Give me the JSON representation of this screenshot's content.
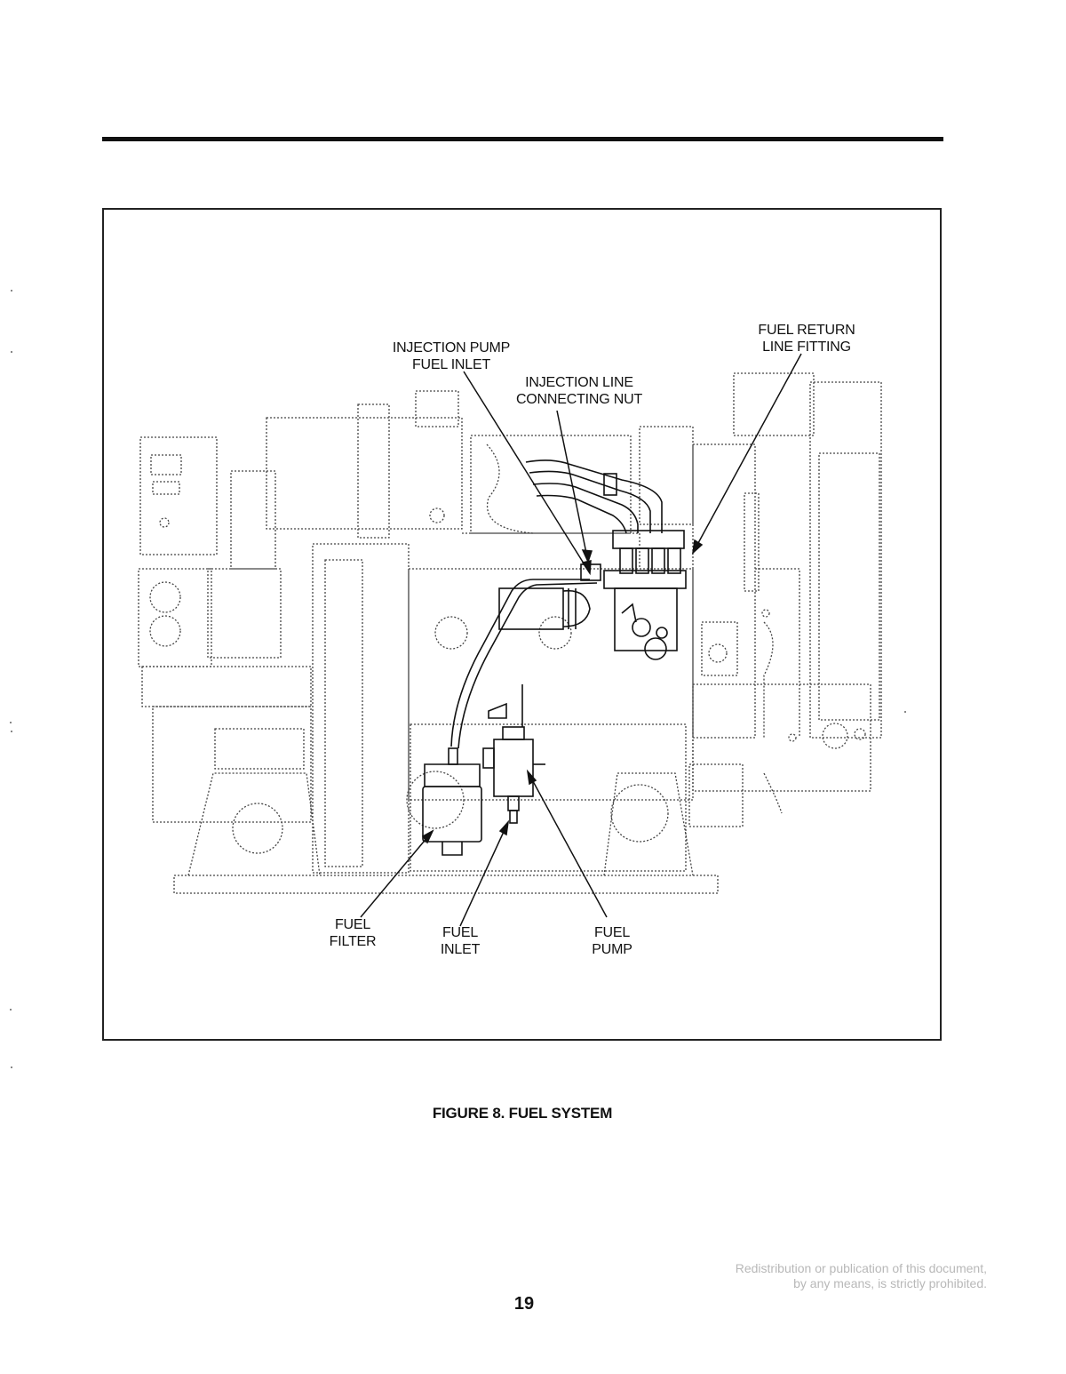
{
  "labels": {
    "injection_pump_fuel_inlet": [
      "INJECTION PUMP",
      "FUEL INLET"
    ],
    "injection_line_connecting_nut": [
      "INJECTION LINE",
      "CONNECTING NUT"
    ],
    "fuel_return_line_fitting": [
      "FUEL RETURN",
      "LINE FITTING"
    ],
    "fuel_filter": [
      "FUEL",
      "FILTER"
    ],
    "fuel_inlet": [
      "FUEL",
      "INLET"
    ],
    "fuel_pump": [
      "FUEL",
      "PUMP"
    ]
  },
  "caption": "FIGURE 8. FUEL SYSTEM",
  "notice": [
    "Redistribution or publication of this document,",
    "by any means, is strictly prohibited."
  ],
  "page_number": "19",
  "colors": {
    "ink": "#111111",
    "notice_gray": "#b8b8b8"
  }
}
